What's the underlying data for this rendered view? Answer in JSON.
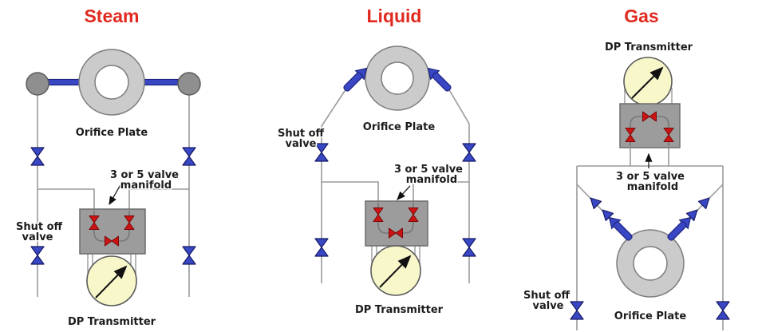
{
  "columns": {
    "steam": {
      "title": "Steam",
      "orifice_plate_label": "Orifice Plate",
      "shut_off_line1": "Shut off",
      "shut_off_line2": "valve",
      "manifold_line1": "3 or 5 valve",
      "manifold_line2": "manifold",
      "dp_transmitter_label": "DP Transmitter"
    },
    "liquid": {
      "title": "Liquid",
      "orifice_plate_label": "Orifice Plate",
      "shut_off_line1": "Shut off",
      "shut_off_line2": "valve",
      "manifold_line1": "3 or 5 valve",
      "manifold_line2": "manifold",
      "dp_transmitter_label": "DP Transmitter"
    },
    "gas": {
      "title": "Gas",
      "orifice_plate_label": "Orifice Plate",
      "shut_off_line1": "Shut off",
      "shut_off_line2": "valve",
      "manifold_line1": "3 or 5 valve",
      "manifold_line2": "manifold",
      "dp_transmitter_label": "DP Transmitter"
    }
  },
  "colors": {
    "background": "#ffffff",
    "title-red": "#e02a20",
    "label-ink": "#1c1c1c",
    "pipe-gray": "#9a9a9a",
    "pipe-blue": "#3a47c4",
    "pipe-blue-dark": "#1c2480",
    "valve-blue": "#3a47c4",
    "valve-blue-dark": "#151a66",
    "valve-red": "#cc1414",
    "valve-red-dark": "#7a0808",
    "pot-gray": "#8f8f8f",
    "pot-gray-dark": "#5c5c5c",
    "orifice-gray": "#cbcbcb",
    "orifice-gray-dark": "#7d7d7d",
    "manifold-gray": "#9c9c9c",
    "manifold-gray-dark": "#6d6d6d",
    "manifold-pipe": "#787878",
    "transmitter-yellow": "#f7f7ca",
    "transmitter-outline": "#5a5a5a",
    "needle-black": "#111111"
  }
}
